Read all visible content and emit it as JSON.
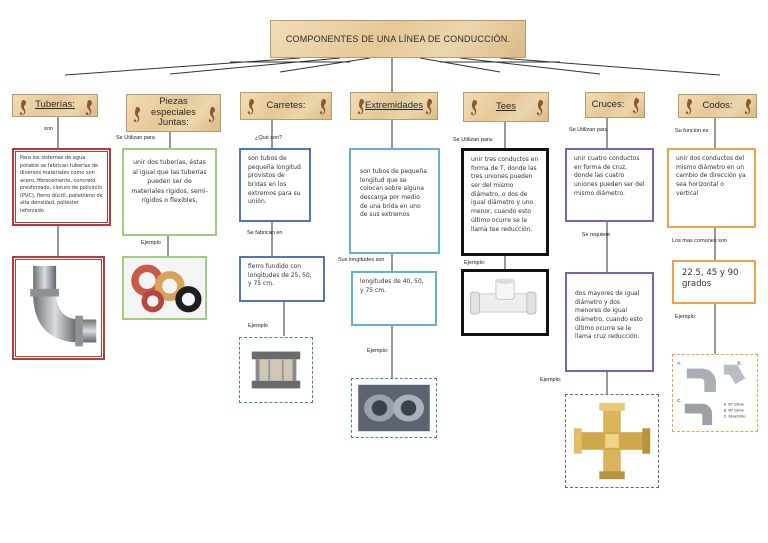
{
  "title": "COMPONENTES DE UNA LÍNEA DE CONDUCCIÓN.",
  "categories": {
    "tuberias": "Tuberías:",
    "piezas": "Piezas especiales Juntas:",
    "carretes": "Carretes:",
    "extremidades": "Extremidades",
    "tees": "Tees",
    "cruces": "Cruces:",
    "codos": "Codos:"
  },
  "labels": {
    "son": "son",
    "se_utilizan_para_piezas": "Se Utilizan para",
    "que_son": "¿Qué son?",
    "se_utilizan_para_tees": "Se Utilizan para:",
    "se_utilizan_para_cruces": "Se Utilizan para",
    "su_funcion_es": "Su funcion es",
    "se_fabrican_en": "Se fabrican en",
    "sus_longitudes_son": "Sus longitudes son",
    "se_requiere": "Se requiere",
    "los_mas_comunes_son": "Los mas comunes son",
    "ejemplo_piezas": "Ejemplo",
    "ejemplo_carretes": "Ejemplo",
    "ejemplo_extremidades": "Ejemplo:",
    "ejemplo_tees": "Ejemplo:",
    "ejemplo_cruces": "Ejemplo:",
    "ejemplo_codos": "Ejemplo:"
  },
  "descriptions": {
    "tuberias": "Para los sistemas de agua potable se fabrican tuberías de diversos materiales como son acero, fibrocemento, concreto presforzado, cloruro de polivinilo (PVC), fierro dúctil, polietileno de alta densidad, poliéster reforzado",
    "piezas": "unir dos tuberías, éstas al igual que las tuberías pueden ser de materiales rígidos, semi-rígidos o flexibles,",
    "carretes": "son tubos de pequeña longitud provistos de bridas en los extremos para su unión.",
    "carretes_material": "fierro fundido con longitudes de 25, 50, y 75 cm.",
    "extremidades": "son tubos de pequeña longitud que se colocan sobre alguna descarga por medio de una brida en uno de sus extremos",
    "extremidades_longitudes": "longitudes de 40, 50, y 75 cm.",
    "tees": "unir tres conductos en forma de T, donde las tres uniones pueden ser del mismo diámetro, o dos de igual diámetro y uno menor, cuando esto último ocurre se le llama tee reducción.",
    "cruces": "unir cuatro conductos en forma de cruz, donde las cuatro uniones pueden ser del mismo diámetro.",
    "cruces_requiere": "dos mayores de igual diámetro y dos menores de igual diámetro, cuando esto último ocurre se le llama cruz reducción.",
    "codos": "unir dos conductos del mismo diámetro en un cambio de dirección ya sea horizontal o vertical",
    "codos_angulos": "22.5, 45 y 90 grados"
  },
  "elbow_legend": [
    "A.",
    "B.",
    "C.",
    "A. 90° Elbow",
    "B. 45° Elbow",
    "C. Street Elbo"
  ],
  "colors": {
    "parchment": "#e6c897",
    "red": "#b83b3b",
    "green": "#9ccf7a",
    "blue": "#5077b8",
    "cyan": "#62b4c9",
    "black": "#111111",
    "purple": "#7f63a6",
    "orange": "#f0a24a"
  },
  "icons": [
    "seahorse-icon",
    "pipe-elbow-image",
    "gasket-image",
    "flanged-spool-image",
    "pipe-extremity-image",
    "tee-image",
    "brass-cross-image",
    "elbows-image"
  ]
}
